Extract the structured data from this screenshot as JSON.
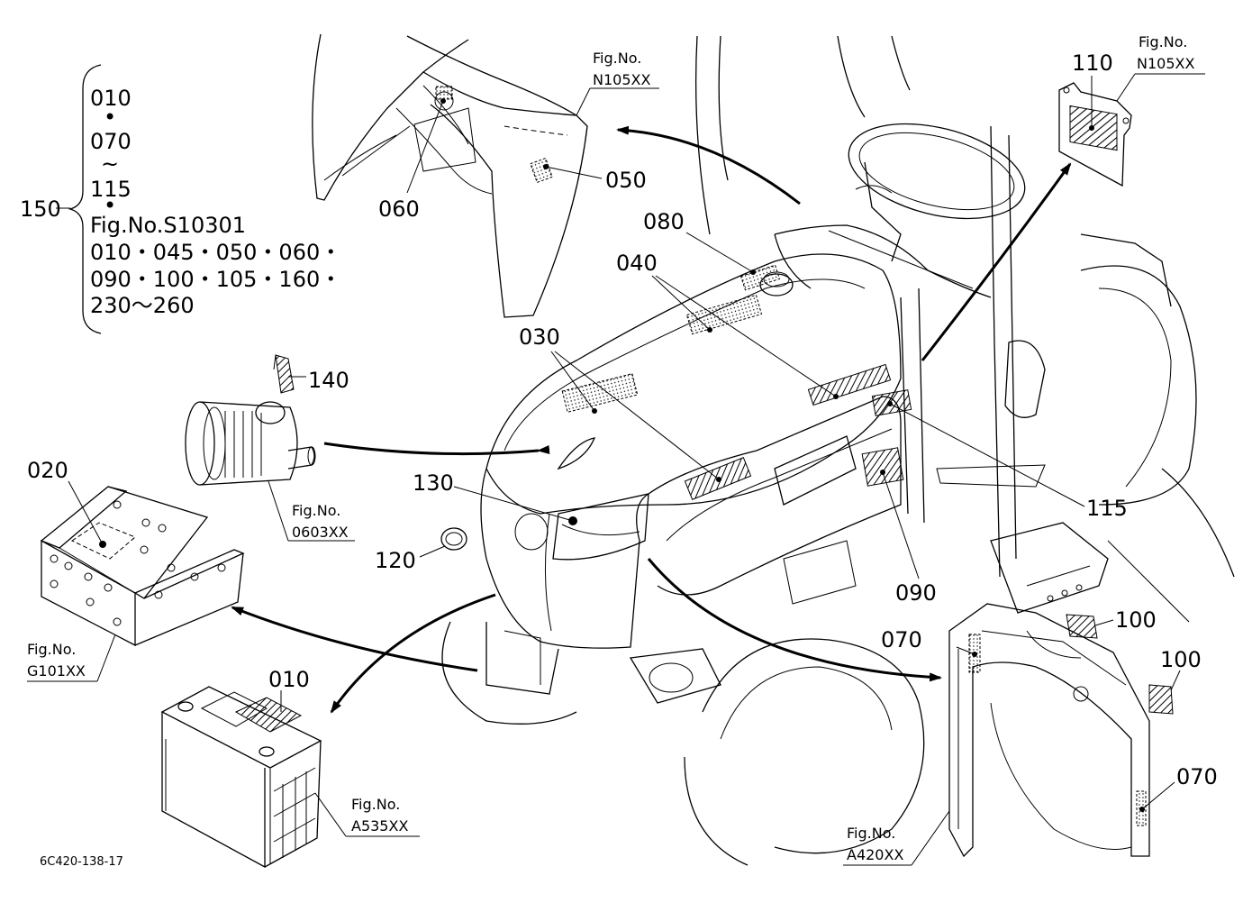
{
  "bracket_list": {
    "ref": "150",
    "lines": [
      "010",
      "•",
      "070",
      "~",
      "115",
      "•",
      "Fig.No.S10301",
      "010・045・050・060・",
      "090・100・105・160・",
      "230～260"
    ]
  },
  "callouts": {
    "c010": "010",
    "c020": "020",
    "c030": "030",
    "c040": "040",
    "c050": "050",
    "c060": "060",
    "c070a": "070",
    "c070b": "070",
    "c080": "080",
    "c090": "090",
    "c100a": "100",
    "c100b": "100",
    "c110": "110",
    "c115": "115",
    "c120": "120",
    "c130": "130",
    "c140": "140"
  },
  "fig_refs": {
    "top": {
      "label": "Fig.No.",
      "code": "N105XX"
    },
    "top_right": {
      "label": "Fig.No.",
      "code": "N105XX"
    },
    "air_filter": {
      "label": "Fig.No.",
      "code": "0603XX"
    },
    "frame": {
      "label": "Fig.No.",
      "code": "G101XX"
    },
    "battery": {
      "label": "Fig.No.",
      "code": "A535XX"
    },
    "panel": {
      "label": "Fig.No.",
      "code": "A420XX"
    }
  },
  "drawing_ref": "6C420-138-17"
}
